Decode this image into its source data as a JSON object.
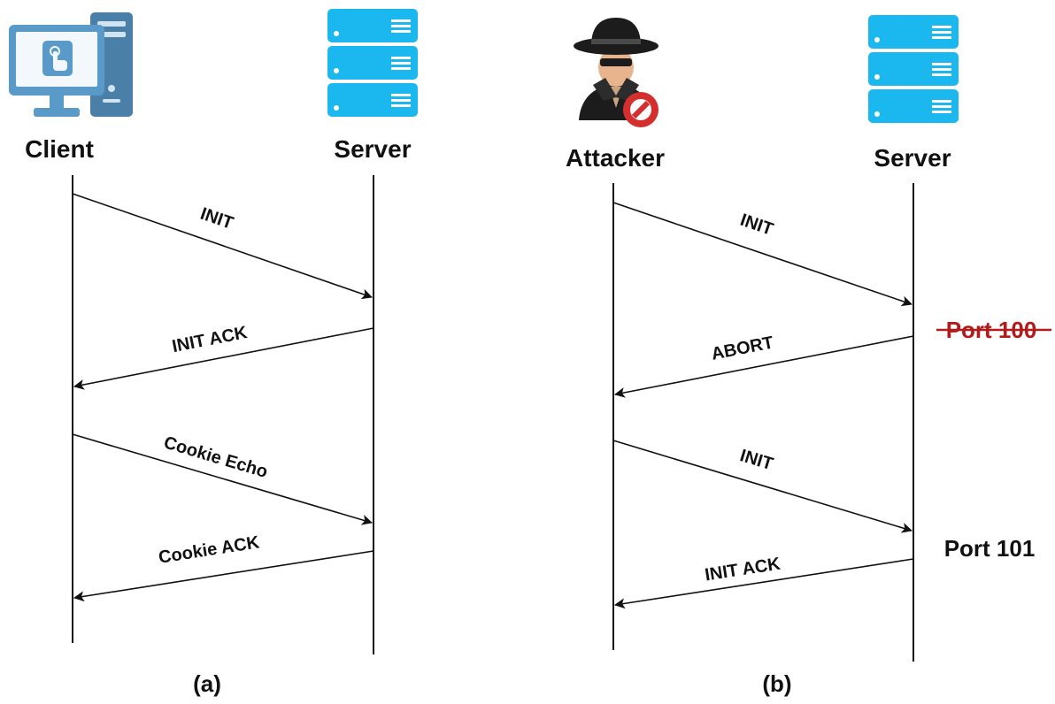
{
  "panels": [
    {
      "id": "a",
      "caption": "(a)",
      "actors": [
        {
          "label": "Client",
          "icon": "desktop-computer-icon"
        },
        {
          "label": "Server",
          "icon": "server-rack-icon"
        }
      ],
      "messages": [
        {
          "label": "INIT",
          "direction": "left-to-right"
        },
        {
          "label": "INIT ACK",
          "direction": "right-to-left"
        },
        {
          "label": "Cookie Echo",
          "direction": "left-to-right"
        },
        {
          "label": "Cookie ACK",
          "direction": "right-to-left"
        }
      ]
    },
    {
      "id": "b",
      "caption": "(b)",
      "actors": [
        {
          "label": "Attacker",
          "icon": "attacker-spy-icon"
        },
        {
          "label": "Server",
          "icon": "server-rack-icon"
        }
      ],
      "messages": [
        {
          "label": "INIT",
          "direction": "left-to-right"
        },
        {
          "label": "ABORT",
          "direction": "right-to-left"
        },
        {
          "label": "INIT",
          "direction": "left-to-right"
        },
        {
          "label": "INIT ACK",
          "direction": "right-to-left"
        }
      ],
      "ports": [
        {
          "label": "Port 100",
          "style": "strikethrough",
          "color": "#b01b1b"
        },
        {
          "label": "Port 101",
          "style": "normal",
          "color": "#111111"
        }
      ]
    }
  ],
  "colors": {
    "server": "#1ab8ef",
    "server_light": "#7fd8f7",
    "computer": "#5a9ac8",
    "computer_dark": "#4a7fa8",
    "attacker_red": "#d32f2f",
    "line": "#111111"
  }
}
